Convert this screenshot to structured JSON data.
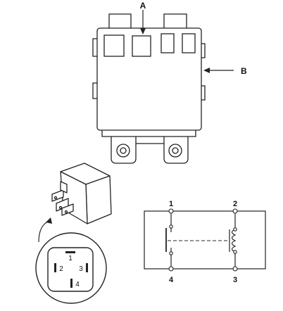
{
  "callouts": {
    "a": "A",
    "b": "B"
  },
  "pinout": {
    "p1": "1",
    "p2": "2",
    "p3": "3",
    "p4": "4"
  },
  "schematic": {
    "t1": "1",
    "t2": "2",
    "t3": "3",
    "t4": "4"
  },
  "colors": {
    "stroke": "#222222",
    "light": "#888888",
    "background": "#ffffff"
  }
}
